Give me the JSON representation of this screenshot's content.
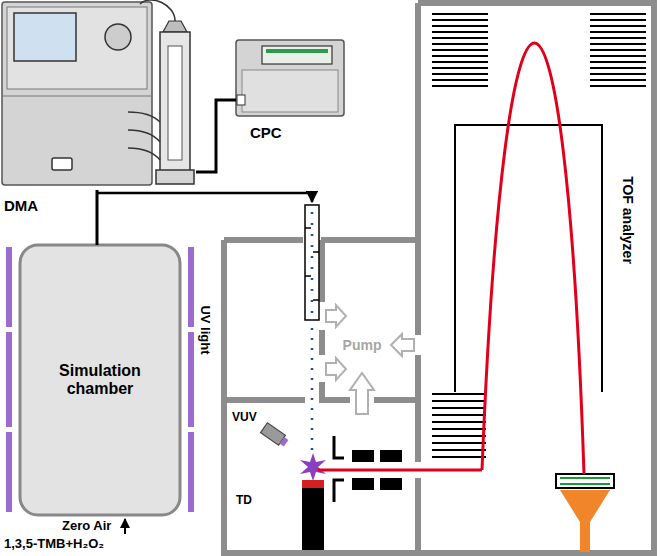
{
  "diagram": {
    "nodes": [
      {
        "text": [
          "DMA"
        ]
      },
      {
        "text": [
          "CPC"
        ]
      },
      {
        "text": [
          "Simulation chamber"
        ]
      },
      {
        "text": [
          "TOF analyzer"
        ]
      }
    ],
    "edges": [
      {
        "from": 2,
        "to": 0,
        "arrow": "none"
      },
      {
        "from": 0,
        "to": 1,
        "arrow": "none"
      }
    ],
    "labels": [
      "UV light",
      "Pump",
      "VUV",
      "TD",
      "Zero Air",
      "1,3,5-TMB+H₂O₂"
    ]
  }
}
